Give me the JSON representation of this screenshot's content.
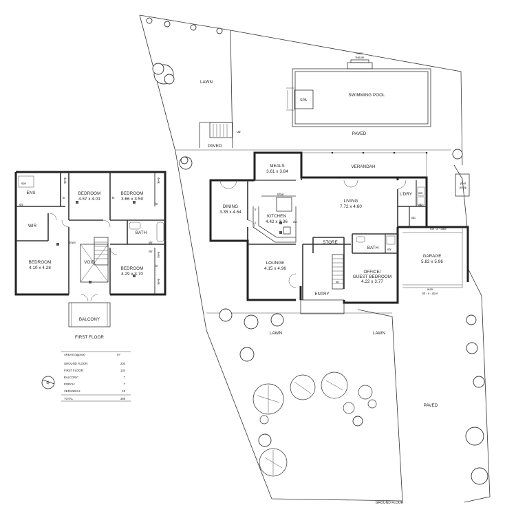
{
  "site": {
    "lawn_labels": [
      "LAWN",
      "LAWN",
      "LAWN"
    ],
    "paved_labels": [
      "PAVED",
      "PAVED",
      "PAVED"
    ],
    "pool": {
      "label": "SWIMMING POOL",
      "spa": "SPA",
      "water_feature_1": "water",
      "water_feature_2": "feature"
    },
    "pool_pump_1": "pool",
    "pool_pump_2": "pump",
    "up": "up",
    "ground_floor_title": "GROUND FLOOR"
  },
  "ground_floor": {
    "rooms": [
      {
        "key": "meals",
        "name": "MEALS",
        "dim": "3.61 x 3.84"
      },
      {
        "key": "verandah",
        "name": "VERANDAH",
        "dim": ""
      },
      {
        "key": "dining",
        "name": "DINING",
        "dim": "3.35 x 4.64"
      },
      {
        "key": "kitchen",
        "name": "KITCHEN",
        "dim": "4.42 x 3.36"
      },
      {
        "key": "living",
        "name": "LIVING",
        "dim": "7.72 x 4.60"
      },
      {
        "key": "ldry",
        "name": "L'DRY",
        "dim": ""
      },
      {
        "key": "lounge",
        "name": "LOUNGE",
        "dim": "4.15 x 4.96"
      },
      {
        "key": "store",
        "name": "STORE",
        "dim": ""
      },
      {
        "key": "bath",
        "name": "BATH",
        "dim": ""
      },
      {
        "key": "office",
        "name": "OFFICE/",
        "dim": "GUEST BEDROOM"
      },
      {
        "key": "office_dim",
        "name": "4.22 x 3.77",
        "dim": ""
      },
      {
        "key": "garage",
        "name": "GARAGE",
        "dim": "5.82 x 5.96"
      },
      {
        "key": "entry",
        "name": "ENTRY",
        "dim": ""
      }
    ],
    "small_labels": {
      "bbar": "b/bar",
      "fr": "fr",
      "p": "p",
      "dw": "dw",
      "wm": "wm",
      "cub1": "cub",
      "cub2": "cub",
      "shr": "shr",
      "up": "up",
      "roll_door": "roll - a - door",
      "auto": "auto",
      "tilt_door": "tilt - a - door"
    }
  },
  "first_floor": {
    "title": "FIRST FLOOR",
    "rooms": [
      {
        "key": "ens",
        "name": "ENS",
        "dim": ""
      },
      {
        "key": "bed1",
        "name": "BEDROOM",
        "dim": "4.57 x 4.01"
      },
      {
        "key": "bed2",
        "name": "BEDROOM",
        "dim": "3.66 x 3.59"
      },
      {
        "key": "wir",
        "name": "WIR",
        "dim": ""
      },
      {
        "key": "bath",
        "name": "BATH",
        "dim": ""
      },
      {
        "key": "bed3",
        "name": "BEDROOM",
        "dim": "4.10 x 4.28"
      },
      {
        "key": "void",
        "name": "VOID",
        "dim": ""
      },
      {
        "key": "bed4",
        "name": "BEDROOM",
        "dim": "4.29 x 3.70"
      },
      {
        "key": "balcony",
        "name": "BALCONY",
        "dim": ""
      }
    ],
    "small_labels": {
      "spa": "spa",
      "shr1": "shr",
      "shr2": "shr",
      "shr3": "shr",
      "desk1": "desk",
      "desk2": "desk",
      "desk3": "desk",
      "desk4": "desk",
      "br1": "br",
      "br2": "br",
      "br3": "br",
      "br4": "br",
      "down": "down"
    }
  },
  "areas": {
    "header_label": "AREAS (approx)",
    "unit": "m²",
    "rows": [
      {
        "label": "GROUND FLOOR:",
        "value": "203"
      },
      {
        "label": "FIRST FLOOR:",
        "value": "134"
      },
      {
        "label": "BALCONY:",
        "value": "7"
      },
      {
        "label": "PORCH:",
        "value": "7"
      },
      {
        "label": "VERANDAH:",
        "value": "18"
      }
    ],
    "total_label": "TOTAL",
    "total_value": "369"
  },
  "north_arrow": "N"
}
